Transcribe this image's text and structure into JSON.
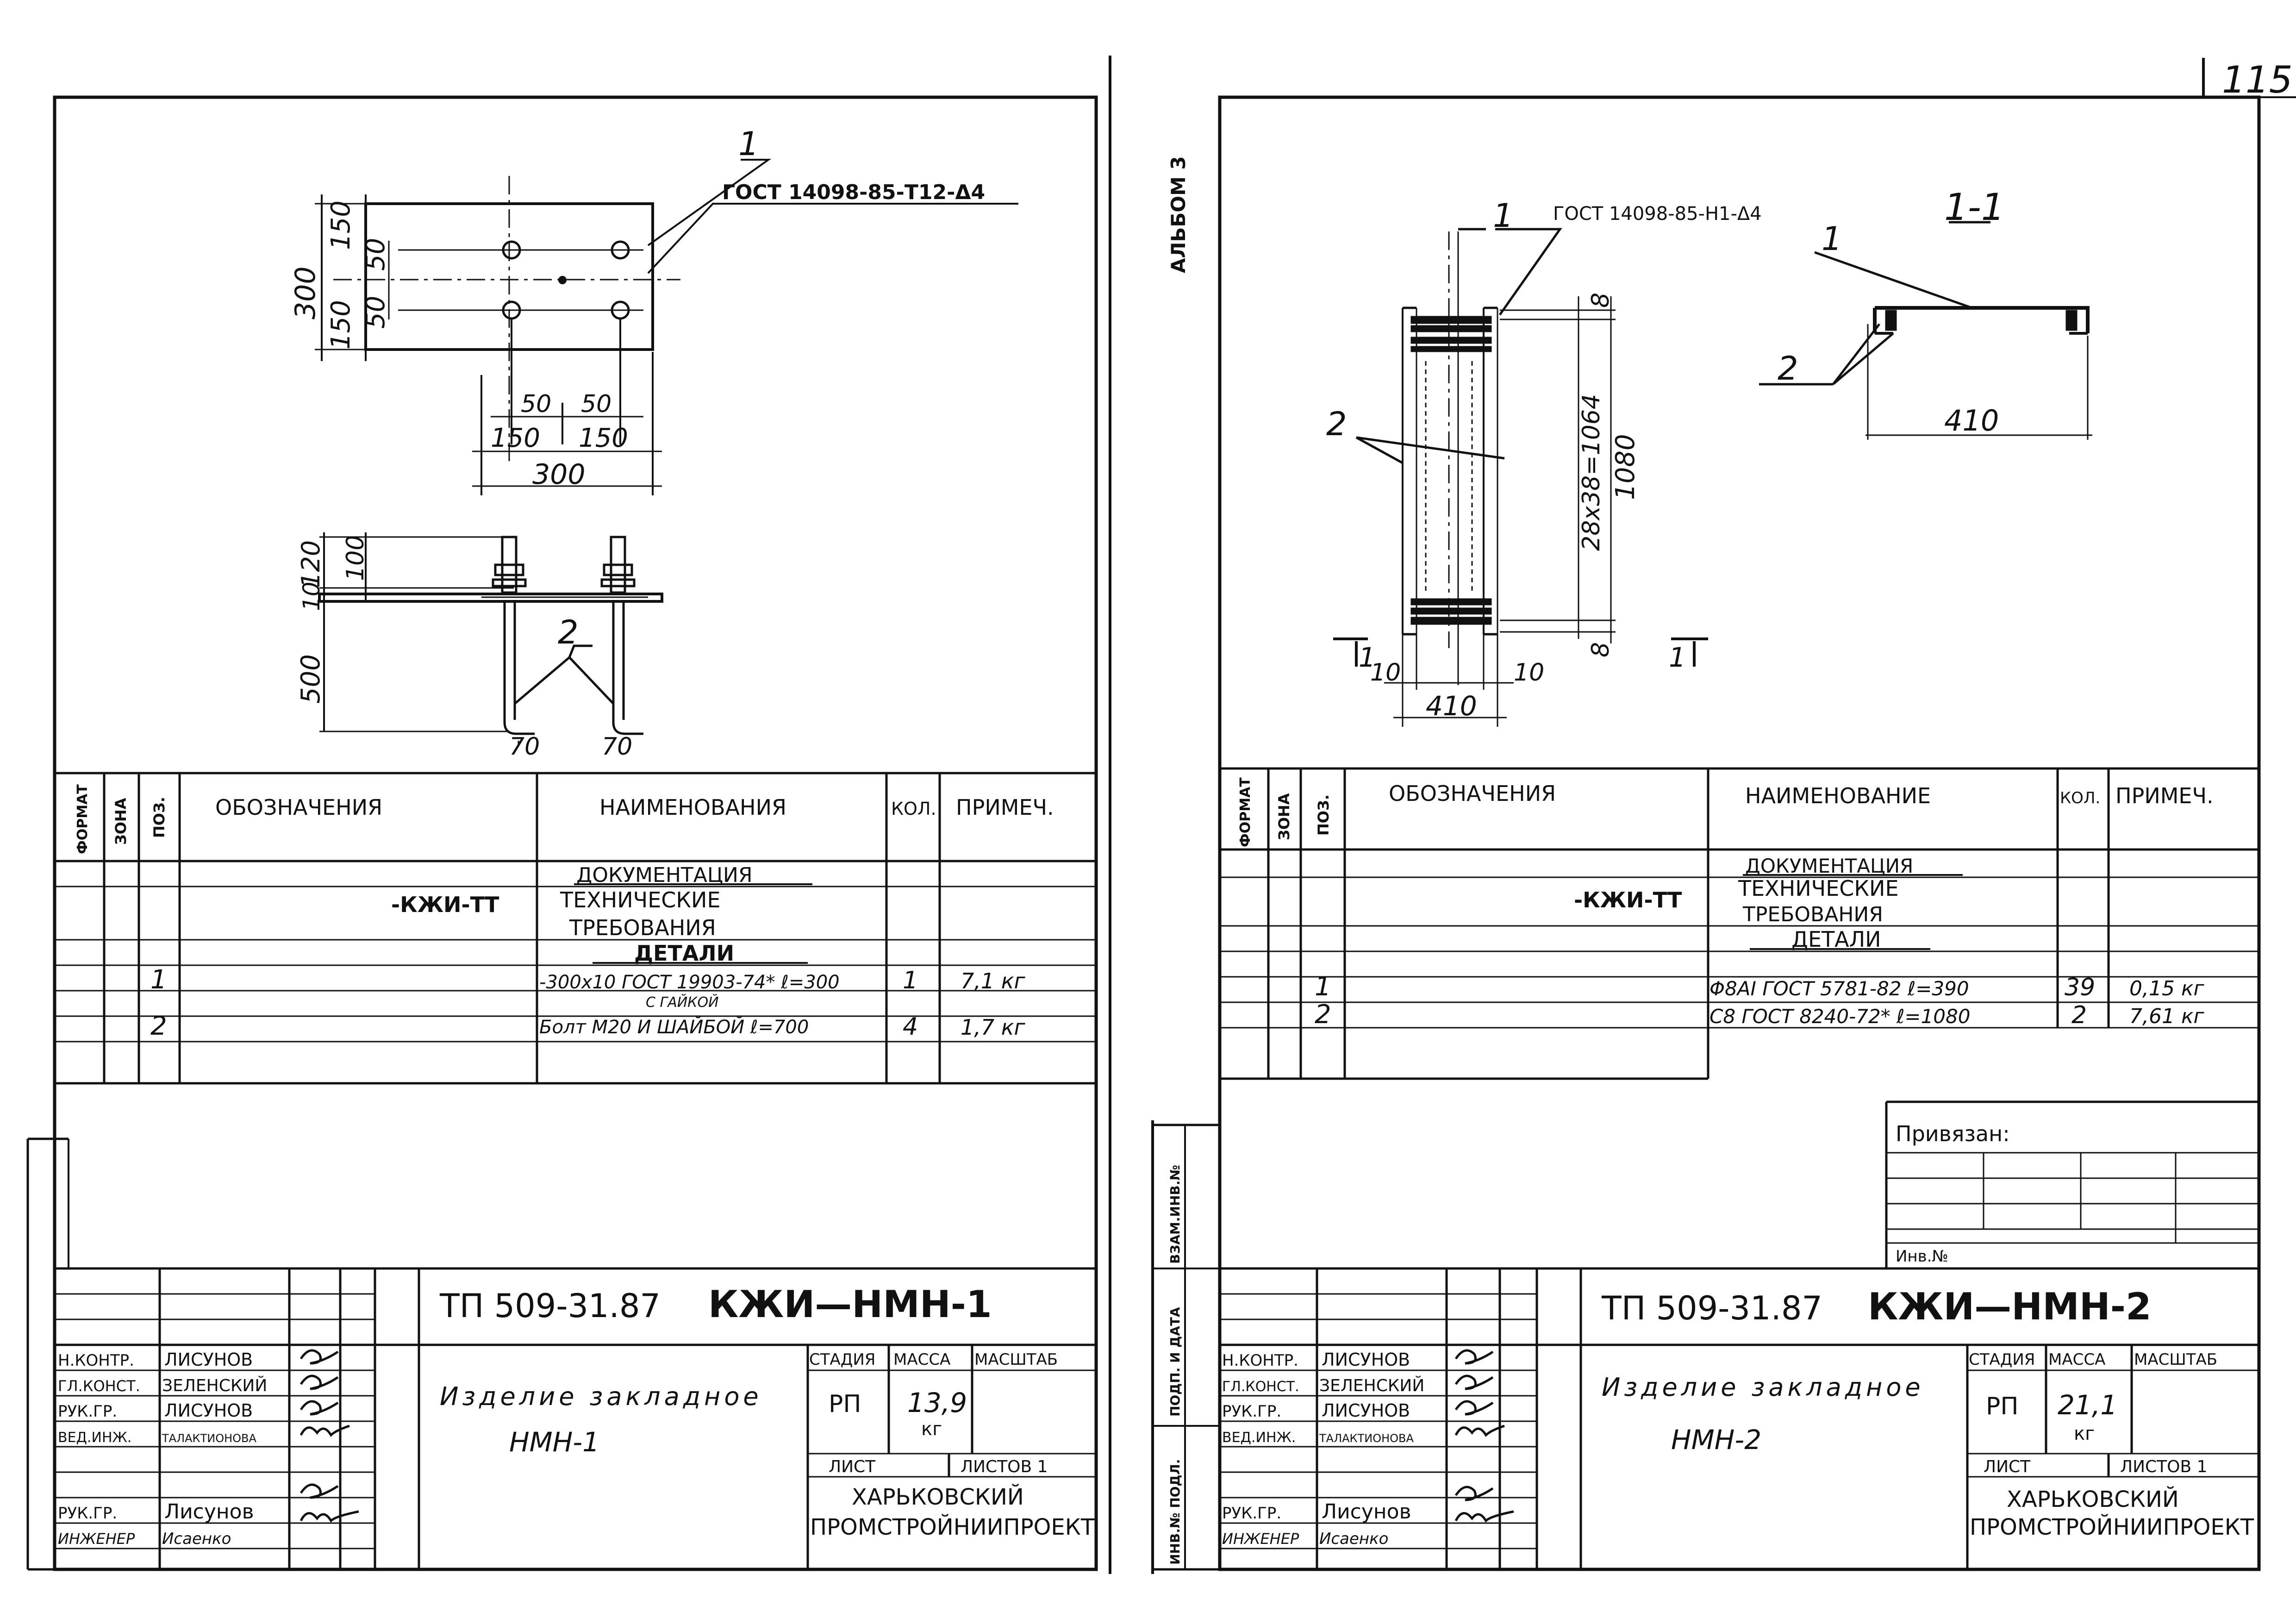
{
  "page_number": "115",
  "album_label": "АЛЬБОМ 3",
  "sheet1": {
    "drawing": {
      "gost_note": "ГОСТ 14098-85-Т12-Δ4",
      "pos1": "1",
      "pos2": "2",
      "dim_150_a": "150",
      "dim_50_a": "50",
      "dim_300_v": "300",
      "dim_50_b": "50",
      "dim_150_b": "150",
      "dim_50_h1": "50",
      "dim_50_h2": "50",
      "dim_150_h1": "150",
      "dim_150_h2": "150",
      "dim_300_h": "300",
      "dim_120": "120",
      "dim_100": "100",
      "dim_10": "10",
      "dim_500": "500",
      "dim_70a": "70",
      "dim_70b": "70"
    },
    "spec": {
      "headers": {
        "format": "ФОРМАТ",
        "zone": "ЗОНА",
        "pos": "ПОЗ.",
        "designation": "ОБОЗНАЧЕНИЯ",
        "name": "НАИМЕНОВАНИЯ",
        "qty": "КОЛ.",
        "note": "ПРИМЕЧ."
      },
      "doc_section": "ДОКУМЕНТАЦИЯ",
      "doc_code": "-КЖИ-ТТ",
      "doc_name_1": "ТЕХНИЧЕСКИЕ",
      "doc_name_2": "ТРЕБОВАНИЯ",
      "details_section": "ДЕТАЛИ",
      "rows": [
        {
          "pos": "1",
          "name": "-300x10 ГОСТ 19903-74* ℓ=300",
          "qty": "1",
          "note": "7,1 кг"
        },
        {
          "pos": "2",
          "name_top": "С ГАЙКОЙ",
          "name": "Болт М20 И ШАЙБОЙ  ℓ=700",
          "qty": "4",
          "note": "1,7 кг"
        }
      ]
    },
    "title_block": {
      "code": "ТП 509-31.87",
      "mark": "КЖИ—НМН-1",
      "roles": [
        "Н.КОНТР.",
        "ГЛ.КОНСТ.",
        "РУК.ГР.",
        "ВЕД.ИНЖ.",
        "РУК.ГР.",
        "ИНЖЕНЕР"
      ],
      "names": [
        "ЛИСУНОВ",
        "ЗЕЛЕНСКИЙ",
        "ЛИСУНОВ",
        "ТАЛАКТИОНОВА",
        "Лисунов",
        "Исаенко"
      ],
      "item_title": "Изделие закладное",
      "item_mark": "НМН-1",
      "stage_label": "СТАДИЯ",
      "mass_label": "МАССА",
      "scale_label": "МАСШТАБ",
      "stage": "РП",
      "mass": "13,9",
      "mass_unit": "кг",
      "sheet_label": "ЛИСТ",
      "sheets_label": "ЛИСТОВ 1",
      "org_1": "ХАРЬКОВСКИЙ",
      "org_2": "ПРОМСТРОЙНИИПРОЕКТ"
    }
  },
  "sheet2": {
    "drawing": {
      "gost_note": "ГОСТ 14098-85-Н1-Δ4",
      "pos1": "1",
      "pos2": "2",
      "section_label": "1-1",
      "sec_pos1": "1",
      "sec_pos2": "2",
      "sec_dim": "410",
      "dim_8a": "8",
      "dim_8b": "8",
      "dim_28x38": "28x38=1064",
      "dim_1080": "1080",
      "dim_10a": "10",
      "dim_10b": "10",
      "dim_410": "410",
      "cut_left": "1",
      "cut_right": "1"
    },
    "spec": {
      "headers": {
        "format": "ФОРМАТ",
        "zone": "ЗОНА",
        "pos": "ПОЗ.",
        "designation": "ОБОЗНАЧЕНИЯ",
        "name": "НАИМЕНОВАНИЕ",
        "qty": "КОЛ.",
        "note": "ПРИМЕЧ."
      },
      "doc_section": "ДОКУМЕНТАЦИЯ",
      "doc_code": "-КЖИ-ТТ",
      "doc_name_1": "ТЕХНИЧЕСКИЕ",
      "doc_name_2": "ТРЕБОВАНИЯ",
      "details_section": "ДЕТАЛИ",
      "rows": [
        {
          "pos": "1",
          "name": "Φ8AI ГОСТ 5781-82  ℓ=390",
          "qty": "39",
          "note": "0,15 кг"
        },
        {
          "pos": "2",
          "name": "С8 ГОСТ 8240-72* ℓ=1080",
          "qty": "2",
          "note": "7,61 кг"
        }
      ]
    },
    "binding": {
      "title": "Привязан:",
      "inv": "Инв.№"
    },
    "side_labels": [
      "ВЗАМ.ИНВ.№",
      "ПОДП. И ДАТА",
      "ИНВ.№ ПОДЛ."
    ],
    "title_block": {
      "code": "ТП 509-31.87",
      "mark": "КЖИ—НМН-2",
      "roles": [
        "Н.КОНТР.",
        "ГЛ.КОНСТ.",
        "РУК.ГР.",
        "ВЕД.ИНЖ.",
        "РУК.ГР.",
        "ИНЖЕНЕР"
      ],
      "names": [
        "ЛИСУНОВ",
        "ЗЕЛЕНСКИЙ",
        "ЛИСУНОВ",
        "ТАЛАКТИОНОВА",
        "Лисунов",
        "Исаенко"
      ],
      "item_title": "Изделие закладное",
      "item_mark": "НМН-2",
      "stage_label": "СТАДИЯ",
      "mass_label": "МАССА",
      "scale_label": "МАСШТАБ",
      "stage": "РП",
      "mass": "21,1",
      "mass_unit": "кг",
      "sheet_label": "ЛИСТ",
      "sheets_label": "ЛИСТОВ 1",
      "org_1": "ХАРЬКОВСКИЙ",
      "org_2": "ПРОМСТРОЙНИИПРОЕКТ"
    }
  }
}
